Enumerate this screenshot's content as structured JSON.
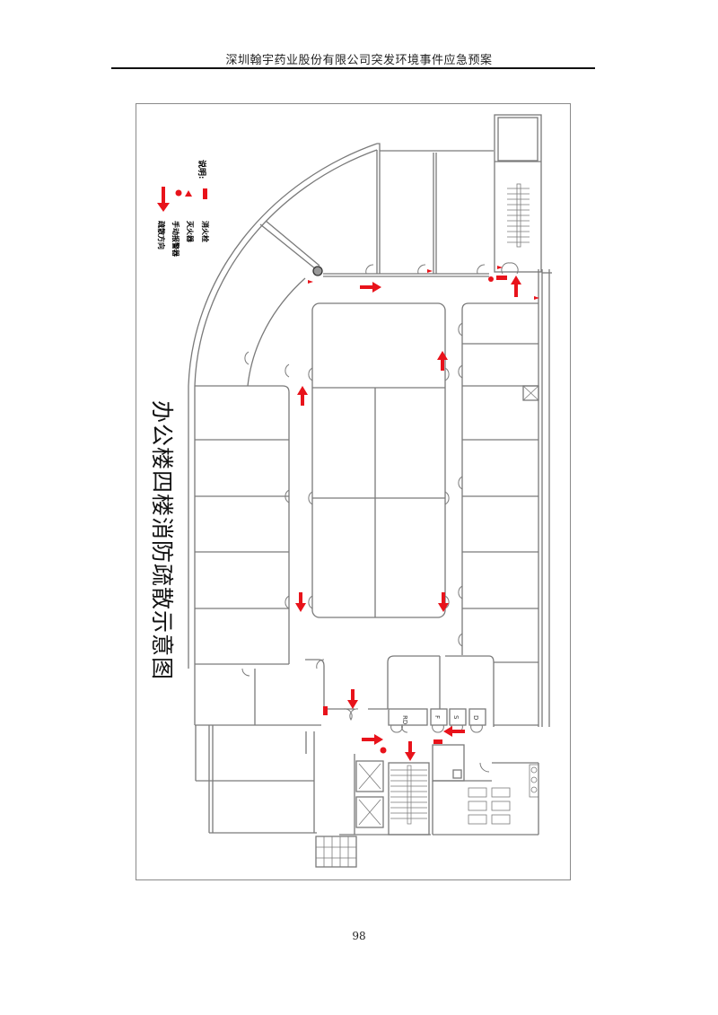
{
  "header": {
    "title": "深圳翰宇药业股份有限公司突发环境事件应急预案"
  },
  "figure": {
    "title": "办公楼四楼消防疏散示意图",
    "legend": {
      "title": "说明:",
      "items": [
        {
          "symbol": "red-rectangle",
          "label": "消火栓"
        },
        {
          "symbol": "red-triangle",
          "label": "灭火器"
        },
        {
          "symbol": "red-dot",
          "label": "手动报警器"
        },
        {
          "symbol": "red-arrow",
          "label": "疏散方向"
        }
      ]
    },
    "room_labels": {
      "shaft_1": "RD",
      "shaft_2": "F",
      "shaft_3": "S",
      "shaft_4": "D"
    },
    "colors": {
      "wall": "#7a7a7a",
      "marker": "#e8131b",
      "frame": "#8a8a8a"
    }
  },
  "footer": {
    "page_number": "98"
  }
}
